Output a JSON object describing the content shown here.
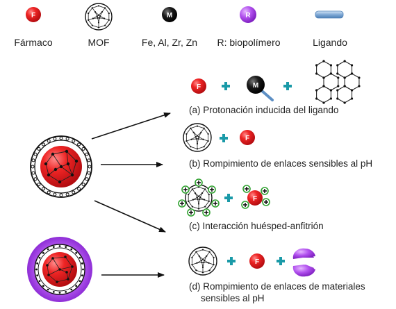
{
  "legend": {
    "drug": {
      "symbol": "F",
      "label": "Fármaco"
    },
    "mof": {
      "label": "MOF"
    },
    "metal": {
      "symbol": "M",
      "label": "Fe, Al, Zr, Zn"
    },
    "polymer": {
      "symbol": "R",
      "label": "R: biopolímero"
    },
    "ligand": {
      "label": "Ligando"
    }
  },
  "mechanisms": {
    "a": "(a) Protonación inducida del ligando",
    "b": "(b) Rompimiento de enlaces sensibles al pH",
    "c": "(c) Interacción huésped-anfitrión",
    "d_line1": "(d) Rompimiento de enlaces de materiales",
    "d_line2": "sensibles al pH"
  },
  "colors": {
    "drug_red": "#e8121b",
    "metal_black": "#111111",
    "polymer_purple": "#a63ee6",
    "ligand_blue": "#6e9fd0",
    "plus_teal": "#1a9aa8",
    "charge_green": "#2fa12f"
  }
}
